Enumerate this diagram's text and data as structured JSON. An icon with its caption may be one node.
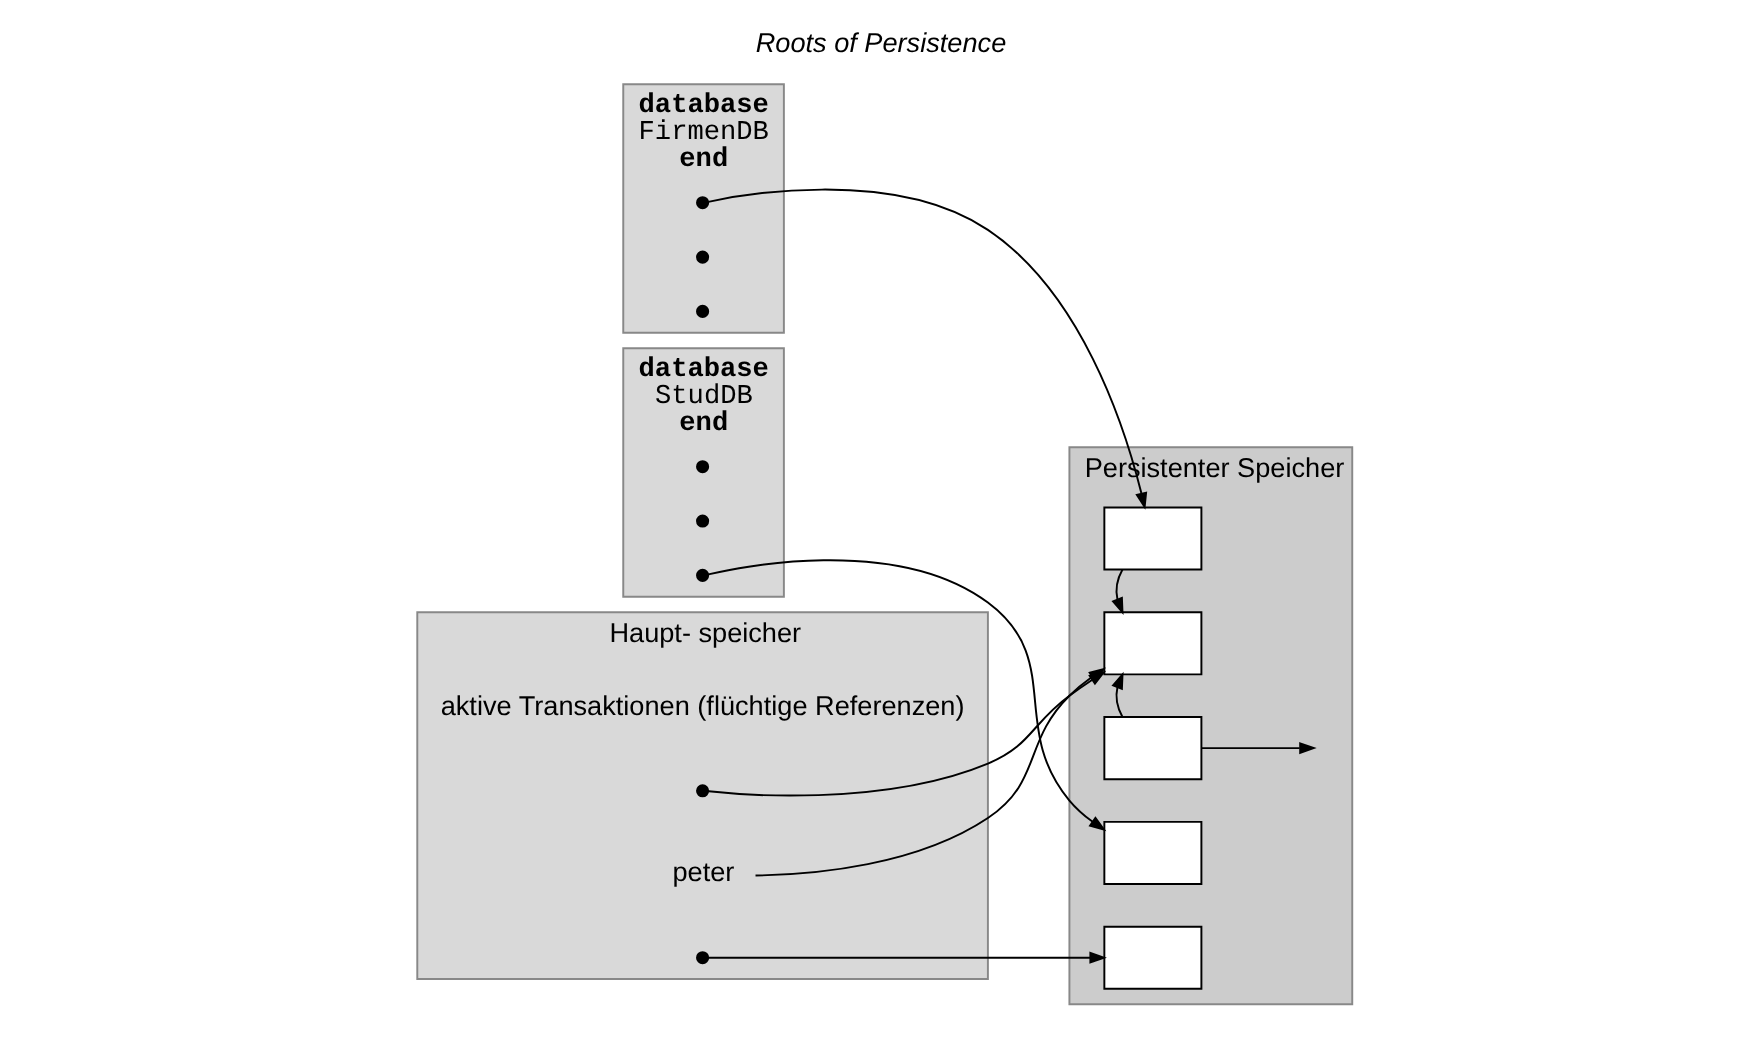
{
  "diagram": {
    "title": "Roots of Persistence",
    "nodes": [
      {
        "text": [
          "database",
          "FirmenDB",
          "end"
        ]
      },
      {
        "text": [],
        "shape": "circle",
        "in": 0
      },
      {
        "text": [],
        "shape": "circle",
        "in": 0
      },
      {
        "text": [],
        "shape": "circle",
        "in": 0
      },
      {
        "text": [
          "database",
          "StudDB",
          "end"
        ]
      },
      {
        "text": [],
        "shape": "circle",
        "in": 4
      },
      {
        "text": [],
        "shape": "circle",
        "in": 4
      },
      {
        "text": [],
        "shape": "circle",
        "in": 4
      },
      {
        "text": [
          "Persistenter Speicher"
        ]
      },
      {
        "text": [],
        "shape": "box",
        "in": 8
      },
      {
        "text": [],
        "shape": "box",
        "in": 8
      },
      {
        "text": [],
        "shape": "box",
        "in": 8
      },
      {
        "text": [],
        "shape": "box",
        "in": 8
      },
      {
        "text": [],
        "shape": "box",
        "in": 8
      },
      {
        "text": [
          "Haupt- speicher"
        ],
        "beside": [
          "aktive Transaktionen (flüchtige Referenzen)"
        ]
      },
      {
        "text": [],
        "shape": "circle",
        "in": 14
      },
      {
        "text": [
          "peter"
        ],
        "in": 14
      },
      {
        "text": [],
        "shape": "circle",
        "in": 14
      }
    ],
    "edges": [
      {
        "from": 1,
        "to": 9,
        "arrow": "to"
      },
      {
        "from": 7,
        "to": 12,
        "arrow": "to"
      },
      {
        "from": 9,
        "to": 10,
        "arrow": "to"
      },
      {
        "from": 11,
        "to": 10,
        "arrow": "to"
      },
      {
        "from": 11,
        "to": null,
        "arrow": "to"
      },
      {
        "from": 15,
        "to": 10,
        "arrow": "to"
      },
      {
        "from": 16,
        "to": 10,
        "arrow": "to"
      },
      {
        "from": 17,
        "to": 13,
        "arrow": "to"
      }
    ]
  }
}
